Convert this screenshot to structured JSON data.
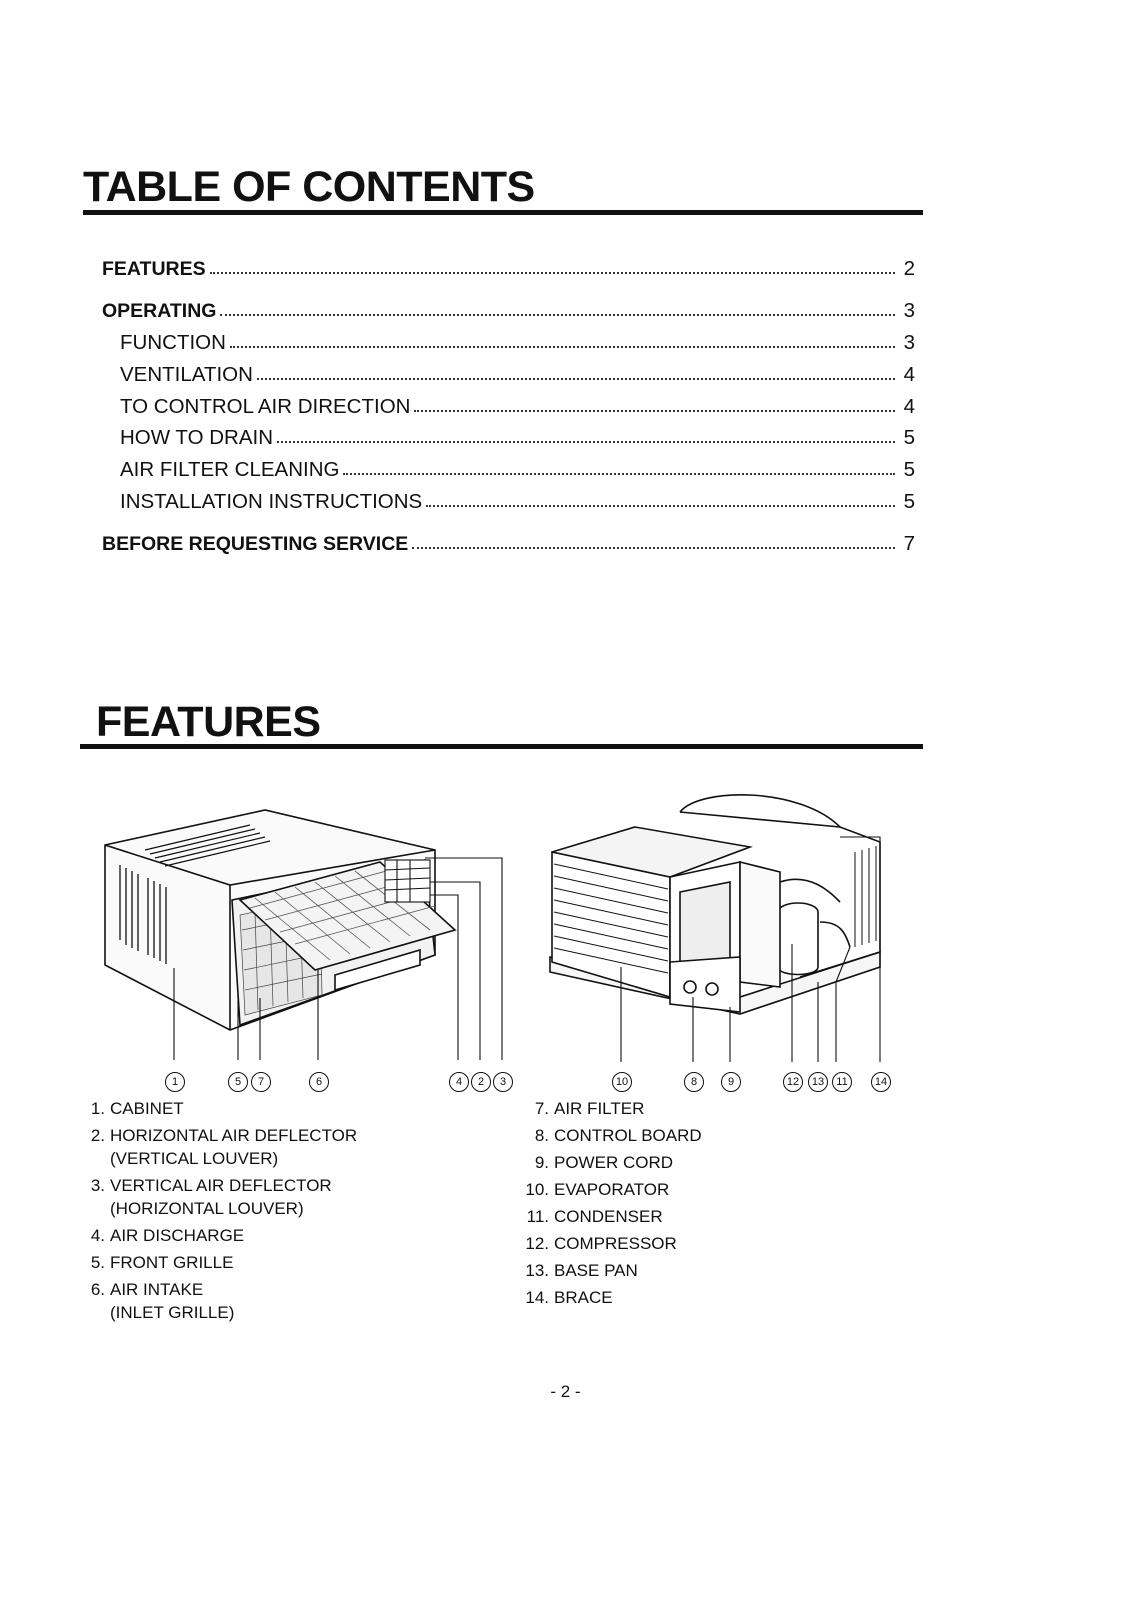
{
  "toc": {
    "title": "TABLE OF CONTENTS",
    "entries": [
      {
        "label": "FEATURES",
        "page": "2"
      },
      {
        "label": "OPERATING",
        "page": "3"
      },
      {
        "label": "FUNCTION",
        "page": "3"
      },
      {
        "label": "VENTILATION",
        "page": "4"
      },
      {
        "label": "TO CONTROL AIR DIRECTION",
        "page": "4"
      },
      {
        "label": "HOW TO DRAIN",
        "page": "5"
      },
      {
        "label": "AIR FILTER CLEANING",
        "page": "5"
      },
      {
        "label": "INSTALLATION INSTRUCTIONS",
        "page": "5"
      },
      {
        "label": "BEFORE REQUESTING SERVICE",
        "page": "7"
      }
    ]
  },
  "features": {
    "title": "FEATURES",
    "callouts_left": [
      "1",
      "5",
      "7",
      "6",
      "4",
      "2",
      "3"
    ],
    "callouts_right": [
      "10",
      "8",
      "9",
      "12",
      "13",
      "11",
      "14"
    ],
    "legend_left": [
      {
        "num": "1.",
        "text": "CABINET"
      },
      {
        "num": "2.",
        "text": "HORIZONTAL AIR DEFLECTOR\n(VERTICAL LOUVER)"
      },
      {
        "num": "3.",
        "text": "VERTICAL AIR DEFLECTOR\n(HORIZONTAL LOUVER)"
      },
      {
        "num": "4.",
        "text": "AIR DISCHARGE"
      },
      {
        "num": "5.",
        "text": "FRONT GRILLE"
      },
      {
        "num": "6.",
        "text": "AIR INTAKE\n(INLET GRILLE)"
      }
    ],
    "legend_right": [
      {
        "num": "7.",
        "text": "AIR FILTER"
      },
      {
        "num": "8.",
        "text": "CONTROL BOARD"
      },
      {
        "num": "9.",
        "text": "POWER CORD"
      },
      {
        "num": "10.",
        "text": "EVAPORATOR"
      },
      {
        "num": "11.",
        "text": "CONDENSER"
      },
      {
        "num": "12.",
        "text": "COMPRESSOR"
      },
      {
        "num": "13.",
        "text": "BASE PAN"
      },
      {
        "num": "14.",
        "text": "BRACE"
      }
    ]
  },
  "footer": {
    "page": "- 2 -"
  }
}
